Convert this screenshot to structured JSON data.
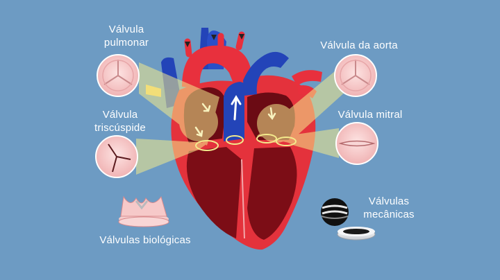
{
  "labels": {
    "pulmonar": [
      "Válvula",
      "pulmonar"
    ],
    "tricuspide": [
      "Válvula",
      "triscúspide"
    ],
    "aorta": "Válvula da aorta",
    "mitral": "Válvula mitral",
    "biologicas": "Válvulas biológicas",
    "mecanicas": [
      "Válvulas",
      "mecânicas"
    ]
  },
  "colors": {
    "background": "#6d9bc3",
    "artery_red": "#e8303d",
    "vein_blue": "#2344b8",
    "muscle": "#c9232e",
    "chamber": "#6b0b14",
    "highlight": "#f3ea8c",
    "valve_pink": "#f4c7c8"
  },
  "icons": {
    "heart": "heart-illustration",
    "valve_pulmonar": "tricuspid-valve-closeup",
    "valve_tricuspide": "tricuspid-valve-closeup",
    "valve_aorta": "tricuspid-valve-closeup",
    "valve_mitral": "bicuspid-valve-closeup",
    "valve_biologica": "bioprosthetic-valve",
    "valve_mecanica": "mechanical-valve"
  }
}
